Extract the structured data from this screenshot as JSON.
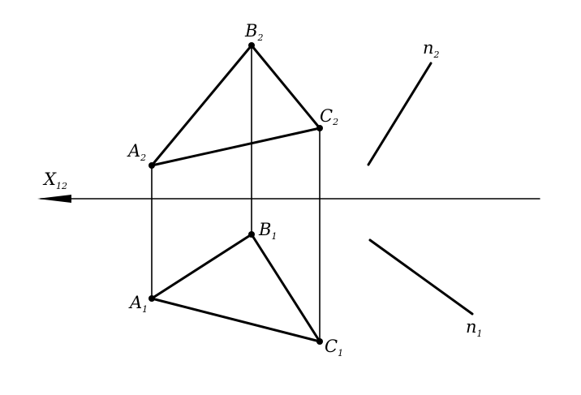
{
  "axis": {
    "name": "X",
    "subscript": "12"
  },
  "points": {
    "A2": {
      "letter": "A",
      "subscript": "2"
    },
    "B2": {
      "letter": "B",
      "subscript": "2"
    },
    "C2": {
      "letter": "C",
      "subscript": "2"
    },
    "A1": {
      "letter": "A",
      "subscript": "1"
    },
    "B1": {
      "letter": "B",
      "subscript": "1"
    },
    "C1": {
      "letter": "C",
      "subscript": "1"
    }
  },
  "lines": {
    "n2": {
      "letter": "n",
      "subscript": "2"
    },
    "n1": {
      "letter": "n",
      "subscript": "1"
    }
  }
}
